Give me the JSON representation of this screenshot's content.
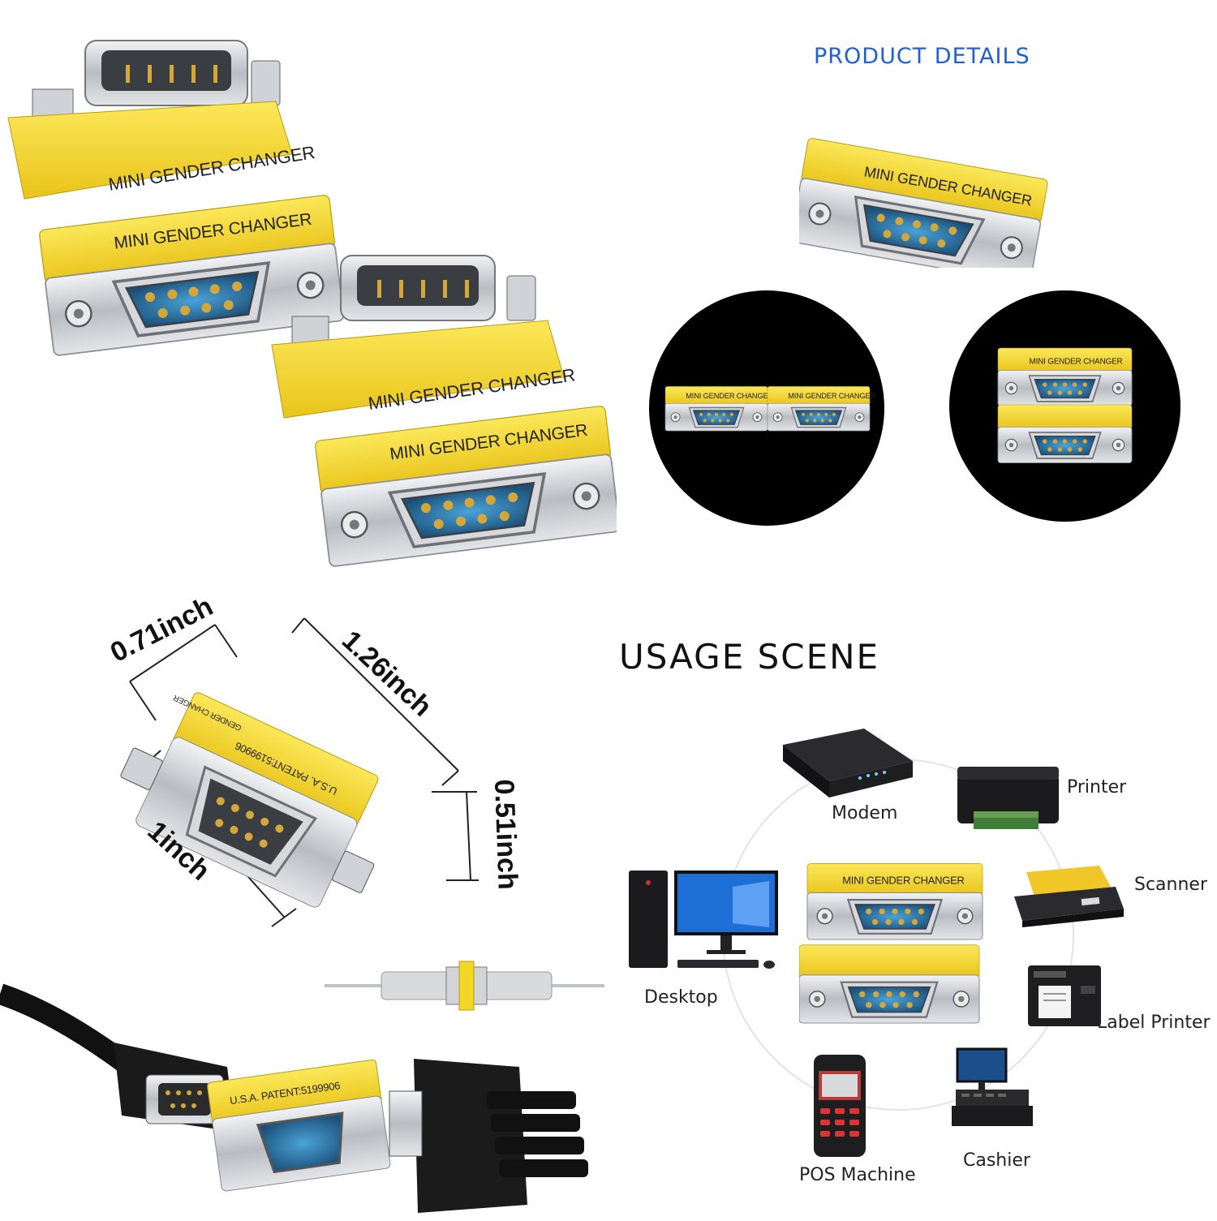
{
  "page": {
    "product_details_title": "PRODUCT DETAILS",
    "usage_scene_title": "USAGE SCENE"
  },
  "adapter": {
    "label": "MINI GENDER CHANGER",
    "patent_label": "U.S.A. PATENT:5199906",
    "patent_label_2": "GENDER CHANGER"
  },
  "dimensions": {
    "width": "0.71inch",
    "length": "1.26inch",
    "height": "0.51inch",
    "depth": "1inch"
  },
  "usage_devices": [
    {
      "name": "Modem",
      "icon": "modem-icon"
    },
    {
      "name": "Printer",
      "icon": "printer-icon"
    },
    {
      "name": "Scanner",
      "icon": "scanner-icon"
    },
    {
      "name": "Label Printer",
      "icon": "label-printer-icon"
    },
    {
      "name": "Cashier",
      "icon": "cash-register-icon"
    },
    {
      "name": "POS Machine",
      "icon": "pos-terminal-icon"
    },
    {
      "name": "Desktop",
      "icon": "desktop-computer-icon"
    }
  ],
  "colors": {
    "adapter_yellow": "#f2d628",
    "metal": "#c9ccd0",
    "pin_blue": "#2e7fb8",
    "title_blue": "#1f5fd6"
  }
}
